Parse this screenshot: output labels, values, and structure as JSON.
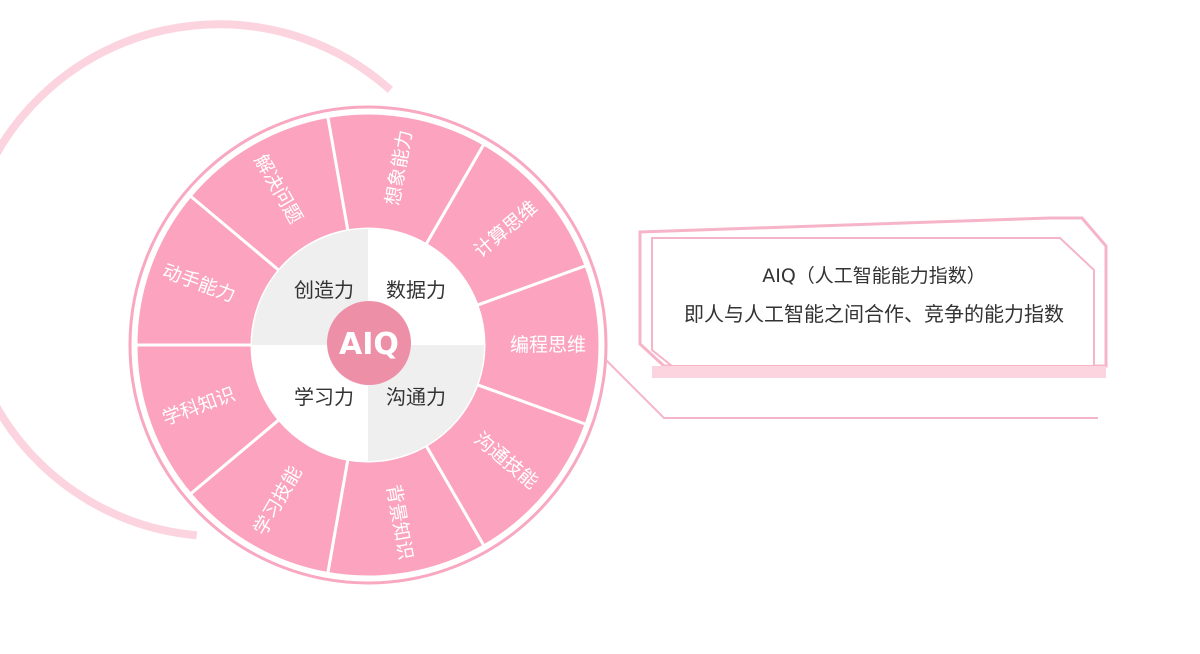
{
  "colors": {
    "segment": "#fba3bf",
    "segment_divider": "#ffffff",
    "outer_ring": "#f9a8c1",
    "outer_arc_light": "#fcd4e0",
    "inner_gray": "#efefef",
    "inner_white": "#ffffff",
    "logo": "#ee8fa8",
    "frame": "#f6b4c8"
  },
  "logo": {
    "text": "AIQ"
  },
  "outer_segments": [
    {
      "label": "想象能力"
    },
    {
      "label": "计算思维"
    },
    {
      "label": "编程思维"
    },
    {
      "label": "沟通技能"
    },
    {
      "label": "背景知识"
    },
    {
      "label": "学习技能"
    },
    {
      "label": "学科知识"
    },
    {
      "label": "动手能力"
    },
    {
      "label": "解决问题"
    }
  ],
  "inner_quadrants": [
    {
      "label": "创造力"
    },
    {
      "label": "数据力"
    },
    {
      "label": "学习力"
    },
    {
      "label": "沟通力"
    }
  ],
  "info_box": {
    "line1": "AIQ（人工智能能力指数）",
    "line2": "即人与人工智能之间合作、竞争的能力指数"
  }
}
